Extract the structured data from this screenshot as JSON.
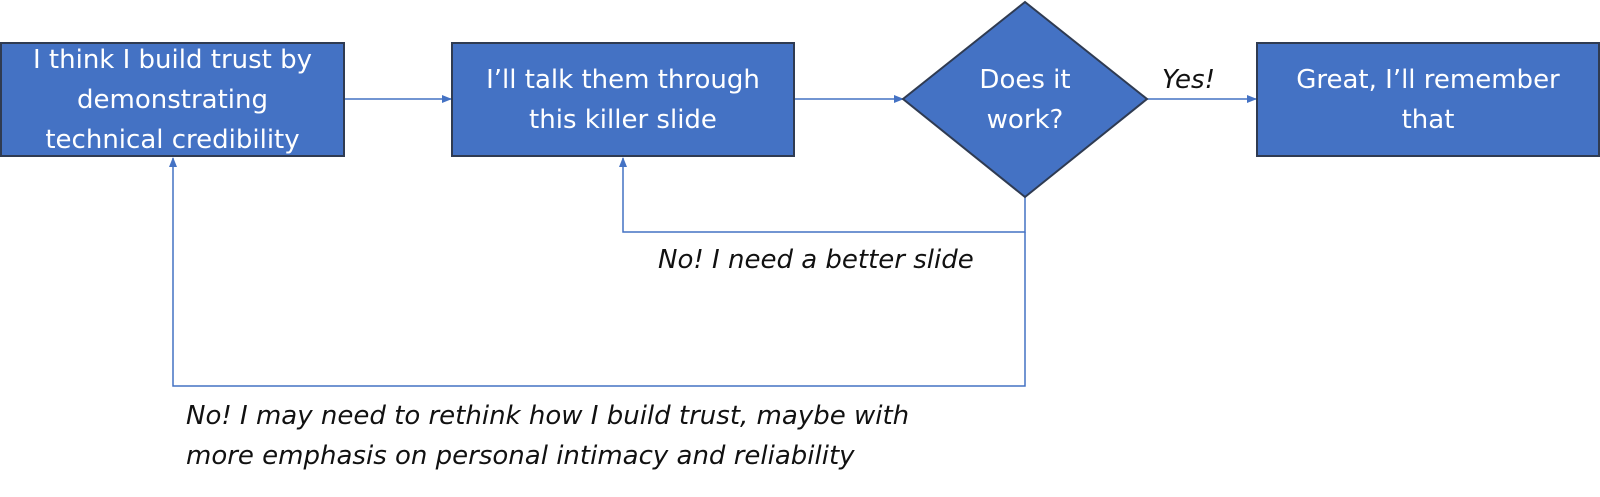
{
  "nodes": {
    "start": {
      "lines": [
        "I think I build trust by",
        "demonstrating",
        "technical credibility"
      ]
    },
    "slide": {
      "lines": [
        "I’ll talk them through",
        "this killer slide"
      ]
    },
    "decision": {
      "lines": [
        "Does it",
        "work?"
      ]
    },
    "end": {
      "lines": [
        "Great, I’ll remember",
        "that"
      ]
    }
  },
  "edges": {
    "yes_label": "Yes!",
    "no_slide_label": "No!  I need a better slide",
    "no_trust_label": [
      "No!  I may need to rethink how I build trust, maybe with",
      "more emphasis on personal intimacy and reliability"
    ]
  },
  "colors": {
    "box_fill": "#4472c4",
    "box_border": "#2f3b52",
    "connector": "#4472c4"
  }
}
